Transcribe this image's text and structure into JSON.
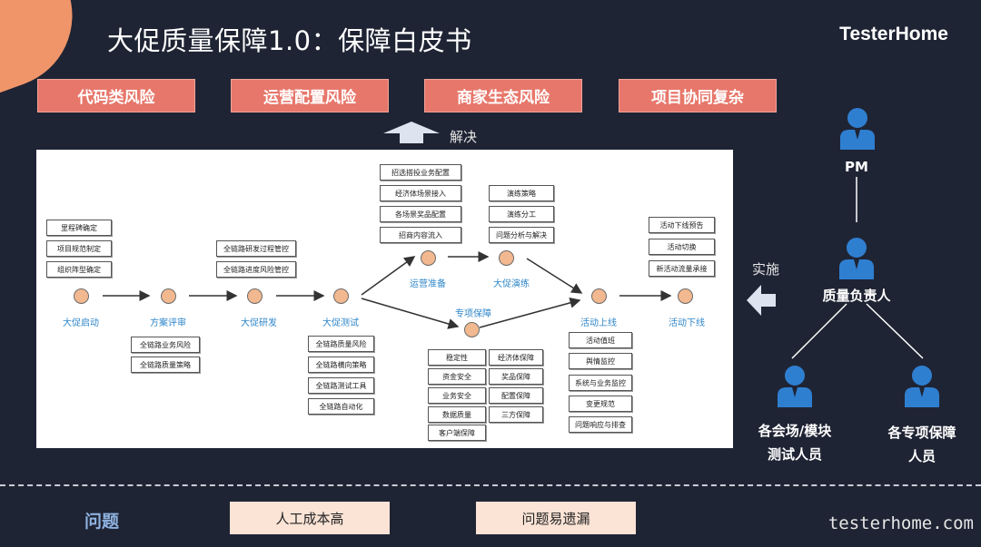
{
  "title": "大促质量保障1.0：保障白皮书",
  "brand": "TesterHome",
  "risks": [
    "代码类风险",
    "运营配置风险",
    "商家生态风险",
    "项目协同复杂"
  ],
  "solve_label": "解决",
  "implement_label": "实施",
  "stages": {
    "kickoff": "大促启动",
    "review": "方案评审",
    "dev": "大促研发",
    "test": "大促测试",
    "ops_prep": "运营准备",
    "drill": "大促演练",
    "special": "专项保障",
    "launch": "活动上线",
    "offline": "活动下线"
  },
  "boxes": {
    "kickoff": [
      "里程碑确定",
      "项目规范制定",
      "组织阵型确定"
    ],
    "review": [
      "全链路业务风险",
      "全链路质量策略"
    ],
    "dev": [
      "全链路研发过程管控",
      "全链路进度风险管控"
    ],
    "test": [
      "全链路质量风险",
      "全链路横向策略",
      "全链路测试工具",
      "全链路自动化"
    ],
    "ops_prep": [
      "招选搭投业务配置",
      "经济体场景接入",
      "各场景奖品配置",
      "招商内容流入"
    ],
    "drill": [
      "演练策略",
      "演练分工",
      "问题分析与解决"
    ],
    "special_left": [
      "稳定性",
      "资金安全",
      "业务安全",
      "数据质量",
      "客户端保障"
    ],
    "special_right": [
      "经济体保障",
      "奖品保障",
      "配置保障",
      "三方保障"
    ],
    "launch": [
      "活动值班",
      "舆情监控",
      "系统与业务监控",
      "变更规范",
      "问题响应与排查"
    ],
    "offline": [
      "活动下线预告",
      "活动切换",
      "新活动流量承接"
    ]
  },
  "people": {
    "pm": "PM",
    "owner": "质量负责人",
    "testers_line1": "各会场/模块",
    "testers_line2": "测试人员",
    "special_line1": "各专项保障",
    "special_line2": "人员"
  },
  "problem_label": "问题",
  "problems": [
    "人工成本高",
    "问题易遗漏"
  ],
  "watermark": "testerhome.com",
  "colors": {
    "background": "#1f2434",
    "risk": "#e7776b",
    "node": "#f2b88f",
    "stage_text": "#2e86c9",
    "person": "#2f7fd1",
    "problem_box": "#fbe3d6",
    "problem_label": "#8fb2e0",
    "corner": "#f0956a"
  }
}
